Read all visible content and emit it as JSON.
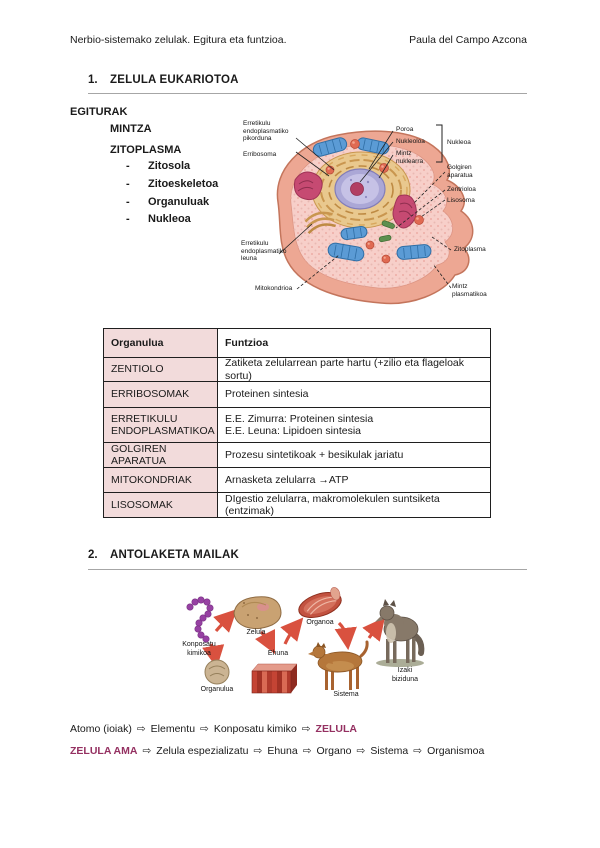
{
  "header": {
    "left": "Nerbio-sistemako zelulak. Egitura eta funtzioa.",
    "right": "Paula del Campo Azcona"
  },
  "glyphs": {
    "arrow": "⇨",
    "dash": "-"
  },
  "colors": {
    "accent": "#943061",
    "table_key_bg": "#F2DBDB",
    "rule": "#a6a6a6"
  },
  "section1": {
    "number": "1.",
    "title": "ZELULA EUKARIOTOA",
    "structures": {
      "heading": "EGITURAK",
      "items": [
        {
          "label": "MINTZA"
        },
        {
          "label": "ZITOPLASMA"
        }
      ],
      "sublist": [
        "Zitosola",
        "Zitoeskeletoa",
        "Organuluak",
        "Nukleoa"
      ]
    },
    "cell_figure": {
      "labels": {
        "er_rough": "Erretikulu\nendoplasmatiko\npikorduna",
        "ribosome": "Erribosoma",
        "pore": "Poroa",
        "nucleolus": "Nukleoloa",
        "nuclear_membrane": "Mintz\nnuklearra",
        "nucleus": "Nukleoa",
        "golgi": "Golgiren\naparatua",
        "centriole": "Zentrioloa",
        "lysosome": "Lisosoma",
        "cytoplasm": "Zitoplasma",
        "plasma_membrane": "Mintz\nplasmatikoa",
        "er_smooth": "Erretikulu\nendoplasmatiko\nleuna",
        "mitochondrion": "Mitokondrioa"
      }
    },
    "table": {
      "headers": [
        "Organulua",
        "Funtzioa"
      ],
      "rows": [
        {
          "organ": "ZENTIOLO",
          "func1": "Zatiketa zelularrean parte hartu (+zilio eta flageloak sortu)"
        },
        {
          "organ": "ERRIBOSOMAK",
          "func1": "Proteinen sintesia"
        },
        {
          "organ": "ERRETIKULU ENDOPLASMATIKOA",
          "func1": "E.E. Zimurra: Proteinen sintesia",
          "func2": "E.E. Leuna: Lipidoen sintesia"
        },
        {
          "organ": "GOLGIREN APARATUA",
          "func1": "Prozesu sintetikoak + besikulak jariatu"
        },
        {
          "organ": "MITOKONDRIAK",
          "func1": "Arnasketa zelularra →ATP"
        },
        {
          "organ": "LISOSOMAK",
          "func1": "DIgestio zelularra, makromolekulen suntsiketa (entzimak)"
        }
      ]
    }
  },
  "section2": {
    "number": "2.",
    "title": "ANTOLAKETA MAILAK",
    "org_figure": {
      "labels": {
        "chemical_compound": "Konposatu\nkimikoa",
        "organelle": "Organulua",
        "cell": "Zelula",
        "tissue": "Ehuna",
        "organ": "Organoa",
        "system": "Sistema",
        "living_being": "Izaki\nbiziduna"
      }
    },
    "flow1": {
      "items": [
        "Atomo (ioiak)",
        "Elementu",
        "Konposatu kimiko",
        "ZELULA"
      ]
    },
    "flow2": {
      "items": [
        "ZELULA AMA",
        "Zelula espezializatu",
        "Ehuna",
        "Organo",
        "Sistema",
        "Organismoa"
      ]
    }
  }
}
